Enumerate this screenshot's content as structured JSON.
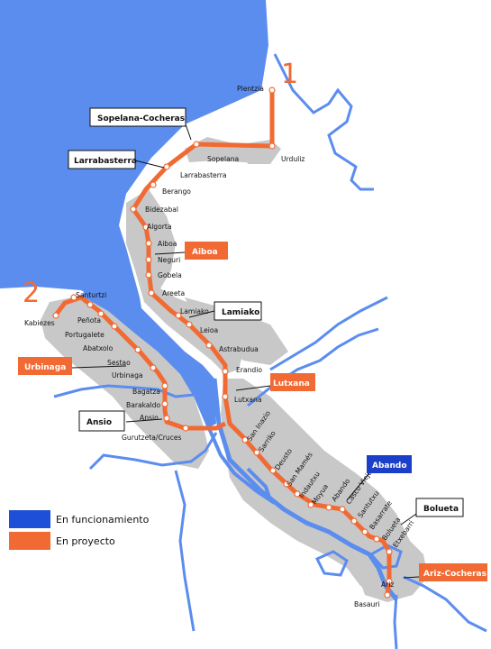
{
  "colors": {
    "sea": "#5b8def",
    "land_grey": "#c8c8c8",
    "river": "#5b8def",
    "line_in_project": "#f26a33",
    "line_in_service": "#1e4fd8",
    "box_orange": "#f26a33",
    "box_blue": "#1b3fc8"
  },
  "line_numbers": {
    "line1": "1",
    "line2": "2"
  },
  "legend": {
    "in_service": "En funcionamiento",
    "in_project": "En proyecto"
  },
  "stations": {
    "plentzia": "Plentzia",
    "urduliz": "Urduliz",
    "sopelana": "Sopelana",
    "larrabasterra": "Larrabasterra",
    "berango": "Berango",
    "bidezabal": "Bidezabal",
    "algorta": "Algorta",
    "aiboa": "Aiboa",
    "neguri": "Neguri",
    "gobela": "Gobela",
    "areeta": "Areeta",
    "lamiako": "Lamiako",
    "leioa": "Leioa",
    "astrabudua": "Astrabudua",
    "erandio": "Erandio",
    "lutxana": "Lutxana",
    "san_inazio": "San Inazio",
    "sarriko": "Sarriko",
    "deusto": "Deusto",
    "san_mames": "San Mamés",
    "indautxu": "Indautxu",
    "moyua": "Moyua",
    "abando": "Abando",
    "casco_viejo": "Casco Viejo",
    "santutxu": "Santutxu",
    "basarrate": "Basarrate",
    "bolueta": "Bolueta",
    "etxebarri": "Etxebarri",
    "ariz": "Ariz",
    "basauri": "Basauri",
    "kabiezes": "Kabiezes",
    "santurtzi": "Santurtzi",
    "penota": "Peñota",
    "portugalete": "Portugalete",
    "abatxolo": "Abatxolo",
    "sestao": "Sestao",
    "urbinaga": "Urbinaga",
    "bagatza": "Bagatza",
    "barakaldo": "Barakaldo",
    "ansio": "Ansio",
    "gurutzeta_cruces": "Gurutzeta/Cruces"
  },
  "callouts": {
    "sopelana_cocheras": "Sopelana-Cocheras",
    "larrabasterra": "Larrabasterra",
    "aiboa": "Aiboa",
    "lamiako": "Lamiako",
    "urbinaga": "Urbinaga",
    "lutxana": "Lutxana",
    "ansio": "Ansio",
    "abando": "Abando",
    "bolueta": "Bolueta",
    "ariz_cocheras": "Ariz-Cocheras"
  }
}
